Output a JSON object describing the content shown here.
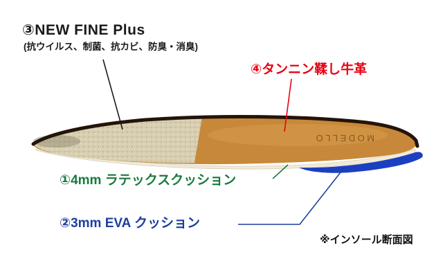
{
  "diagram": {
    "caption": "※インソール断面図",
    "brand_text": "MODELLO",
    "labels": {
      "fine_plus": {
        "title": "③NEW FINE Plus",
        "subtitle": "(抗ウイルス、制菌、抗カビ、防臭・消臭)",
        "color": "#1a1a1a"
      },
      "tannin_leather": {
        "title": "④タンニン鞣し牛革",
        "color": "#e60012"
      },
      "latex_cushion": {
        "title": "①4mm ラテックスクッション",
        "color": "#187a3c"
      },
      "eva_cushion": {
        "title": "②3mm EVA クッション",
        "color": "#1c3f9e"
      }
    },
    "colors": {
      "leather": "#c8883a",
      "leather_highlight": "#e0a957",
      "texture_base": "#d8cfb2",
      "latex": "#f0ead7",
      "eva": "#1b3fc0",
      "rim": "#241409",
      "brand": "#7d5018",
      "leader_black": "#1a1a1a"
    }
  }
}
